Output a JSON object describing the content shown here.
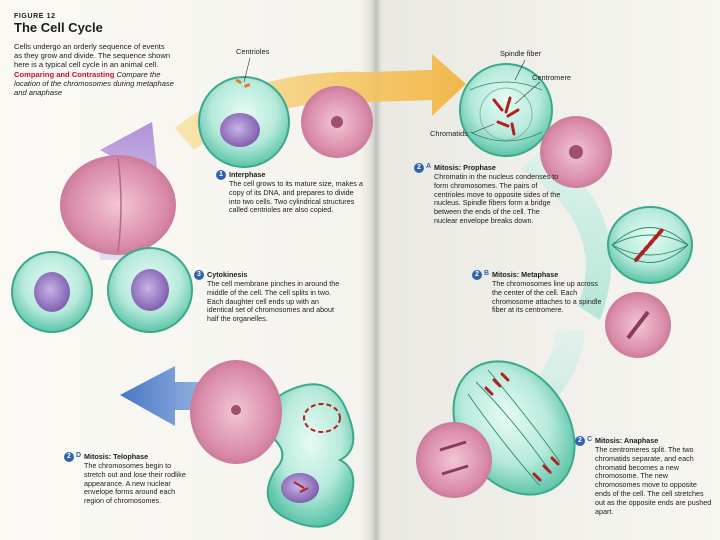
{
  "figure": {
    "label": "FIGURE 12",
    "title": "The Cell Cycle",
    "intro": "Cells undergo an orderly sequence of events as they grow and divide. The sequence shown here is a typical cell cycle in an animal cell.",
    "comparing_heading": "Comparing and Contrasting",
    "comparing_text": "Compare the location of the chromosomes during metaphase and anaphase"
  },
  "labels": {
    "centrioles": "Centrioles",
    "spindle_fiber": "Spindle fiber",
    "centromere": "Centromere",
    "chromatids": "Chromatids"
  },
  "stages": {
    "interphase": {
      "number": "1",
      "title": "Interphase",
      "text": "The cell grows to its mature size, makes a copy of its DNA, and prepares to divide into two cells. Two cylindrical structures called centrioles are also copied."
    },
    "prophase": {
      "number": "2",
      "letter": "A",
      "title": "Mitosis: Prophase",
      "text": "Chromatin in the nucleus condenses to form chromosomes. The pairs of centrioles move to opposite sides of the nucleus. Spindle fibers form a bridge between the ends of the cell. The nuclear envelope breaks down."
    },
    "metaphase": {
      "number": "2",
      "letter": "B",
      "title": "Mitosis: Metaphase",
      "text": "The chromosomes line up across the center of the cell. Each chromosome attaches to a spindle fiber at its centromere."
    },
    "anaphase": {
      "number": "2",
      "letter": "C",
      "title": "Mitosis: Anaphase",
      "text": "The centromeres split. The two chromatids separate, and each chromatid becomes a new chromosome. The new chromosomes move to opposite ends of the cell. The cell stretches out as the opposite ends are pushed apart."
    },
    "telophase": {
      "number": "2",
      "letter": "D",
      "title": "Mitosis: Telophase",
      "text": "The chromosomes begin to stretch out and lose their rodlike appearance. A new nuclear envelope forms around each region of chromosomes."
    },
    "cytokinesis": {
      "number": "3",
      "title": "Cytokinesis",
      "text": "The cell membrane pinches in around the middle of the cell. The cell splits in two. Each daughter cell ends up with an identical set of chromosomes and about half the organelles."
    }
  },
  "colors": {
    "cell_membrane": "#4fc3a6",
    "cell_fill": "#b7eadb",
    "nucleus": "#8a66b5",
    "micrograph": "#d98aa8",
    "arrow_yellow": "#f6c452",
    "arrow_purple": "#b39ad9",
    "arrow_blue": "#4a78c9",
    "stage_number": "#3063ad",
    "heading_red": "#c8102e"
  }
}
